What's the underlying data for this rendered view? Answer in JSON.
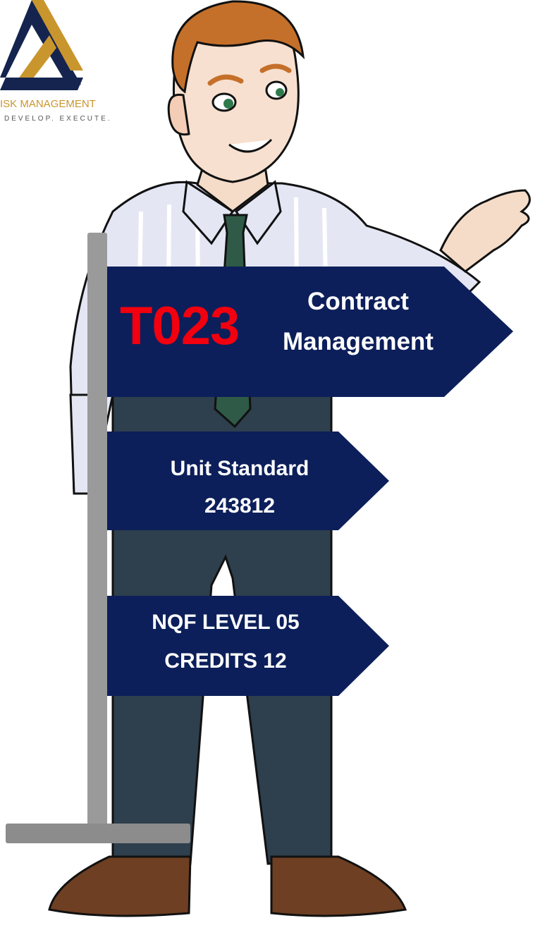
{
  "logo": {
    "company_text": "ISK MANAGEMENT",
    "tagline": "DEVELOP. EXECUTE.",
    "gold_color": "#c9962e",
    "navy_color": "#14244f"
  },
  "signs": {
    "top": {
      "code": "T023",
      "title_line1": "Contract",
      "title_line2": "Management"
    },
    "middle": {
      "line1": "Unit Standard",
      "line2": "243812"
    },
    "bottom": {
      "line1": "NQF LEVEL 05",
      "line2": "CREDITS 12"
    }
  },
  "colors": {
    "sign_fill": "#0c1f5a",
    "code_red": "#f2000f",
    "post_grey": "#9a9a9a"
  },
  "illustration": {
    "figure": "cartoon man in shirt and tie holding signpost",
    "icon": "presenter-figure-icon"
  }
}
